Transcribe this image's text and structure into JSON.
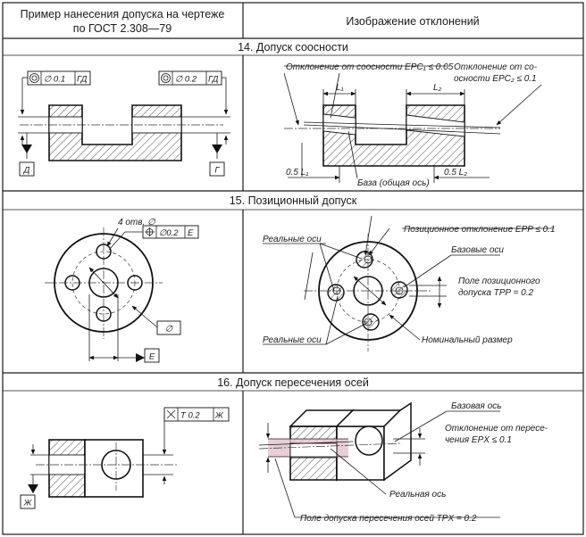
{
  "header": {
    "left_line1": "Пример нанесения допуска на чертеже",
    "left_line2": "по ГОСТ 2.308—79",
    "right": "Изображение отклонений"
  },
  "section14": {
    "title": "14. Допуск соосности",
    "frame_left_value": "∅ 0.1",
    "frame_left_datum": "ГД",
    "frame_right_value": "∅ 0.2",
    "frame_right_datum": "ГД",
    "datum_d": "Д",
    "datum_g": "Г",
    "label_epc1": "Отклонение от соосности EPC₁ ≤ 0.05",
    "label_epc2_line1": "Отклонение от со-",
    "label_epc2_line2": "осности EPC₂ ≤ 0.1",
    "dim_l1": "L₁",
    "dim_l2": "L₂",
    "dim_05l1": "0.5 L₁",
    "dim_05l2": "0.5 L₂",
    "label_base": "База (общая ось)"
  },
  "section15": {
    "title": "15. Позиционный допуск",
    "holes": "4 отв. ∅",
    "frame_value": "∅0.2",
    "frame_datum": "Е",
    "dia_box": "∅",
    "datum_e": "Е",
    "label_real_axes_1": "Реальные оси",
    "label_real_axes_2": "Реальные оси",
    "label_epp": "Позиционное отклонение EPP ≤ 0.1",
    "label_base_axes": "Базовые оси",
    "label_field_line1": "Поле позиционного",
    "label_field_line2": "допуска TPP = 0.2",
    "label_nominal": "Номинальный размер"
  },
  "section16": {
    "title": "16. Допуск пересечения осей",
    "frame_value": "Т 0.2",
    "frame_datum": "Ж",
    "datum_zh": "Ж",
    "label_base_axis": "Базовая ось",
    "label_epx_line1": "Отклонение от пересе-",
    "label_epx_line2": "чения EPX ≤ 0.1",
    "label_real_axis": "Реальная ось",
    "label_tpx": "Поле допуска пересечения осей TPX = 0.2"
  },
  "colors": {
    "ink": "#1a1a1a",
    "hatch": "#333333",
    "pink_band": "#e4c2cc"
  }
}
